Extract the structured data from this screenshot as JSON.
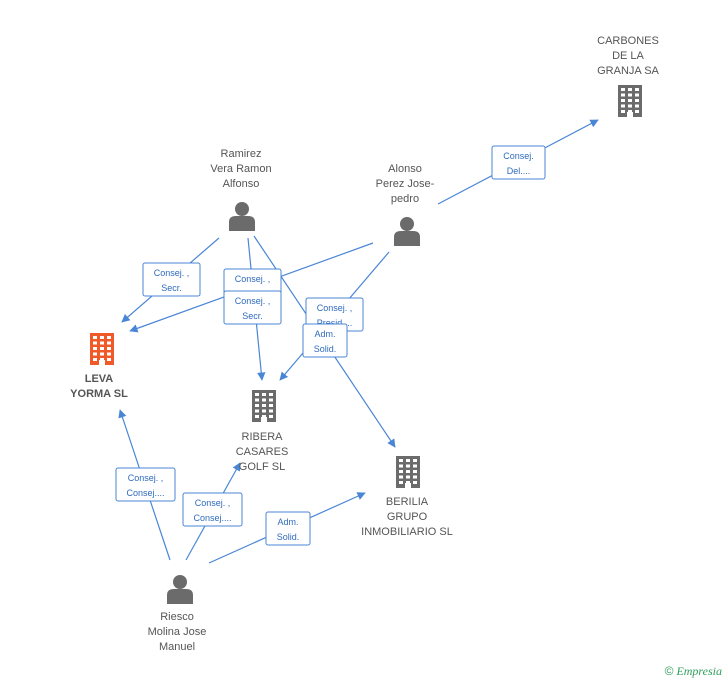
{
  "colors": {
    "edge": "#4a86d6",
    "edge_text": "#2f6bbd",
    "company": "#6b6b6b",
    "focus_company": "#f05a28",
    "person": "#6b6b6b",
    "label": "#555555"
  },
  "nodes": [
    {
      "id": "carbones",
      "type": "company",
      "icon": "building-icon",
      "lines": [
        "CARBONES",
        "DE LA",
        "GRANJA SA"
      ]
    },
    {
      "id": "ramirez",
      "type": "person",
      "icon": "person-icon",
      "lines": [
        "Ramirez",
        "Vera Ramon",
        "Alfonso"
      ]
    },
    {
      "id": "alonso",
      "type": "person",
      "icon": "person-icon",
      "lines": [
        "Alonso",
        "Perez Jose-",
        "pedro"
      ]
    },
    {
      "id": "leva",
      "type": "company",
      "focus": true,
      "icon": "building-icon",
      "lines": [
        "LEVA",
        "YORMA SL"
      ]
    },
    {
      "id": "ribera",
      "type": "company",
      "icon": "building-icon",
      "lines": [
        "RIBERA",
        "CASARES",
        "GOLF SL"
      ]
    },
    {
      "id": "berilia",
      "type": "company",
      "icon": "building-icon",
      "lines": [
        "BERILIA",
        "GRUPO",
        "INMOBILIARIO SL"
      ]
    },
    {
      "id": "riesco",
      "type": "person",
      "icon": "person-icon",
      "lines": [
        "Riesco",
        "Molina Jose",
        "Manuel"
      ]
    }
  ],
  "edges": [
    {
      "id": "alonso-carbones",
      "lines": [
        "Consej.",
        "Del...."
      ]
    },
    {
      "id": "ramirez-leva",
      "lines": [
        "Consej. ,",
        "Secr."
      ]
    },
    {
      "id": "alonso-leva",
      "lines": [
        "Consej. ,",
        ""
      ]
    },
    {
      "id": "ramirez-ribera",
      "lines": [
        "Consej. ,",
        "Secr."
      ]
    },
    {
      "id": "ramirez-berilia",
      "lines": [
        "Consej. ,",
        "Presid...."
      ]
    },
    {
      "id": "alonso-ribera",
      "lines": [
        "Adm.",
        "Solid."
      ]
    },
    {
      "id": "riesco-leva",
      "lines": [
        "Consej. ,",
        "Consej...."
      ]
    },
    {
      "id": "riesco-ribera",
      "lines": [
        "Consej. ,",
        "Consej...."
      ]
    },
    {
      "id": "riesco-berilia",
      "lines": [
        "Adm.",
        "Solid."
      ]
    }
  ],
  "brand": {
    "copyright": "©",
    "name": "Empresia"
  }
}
